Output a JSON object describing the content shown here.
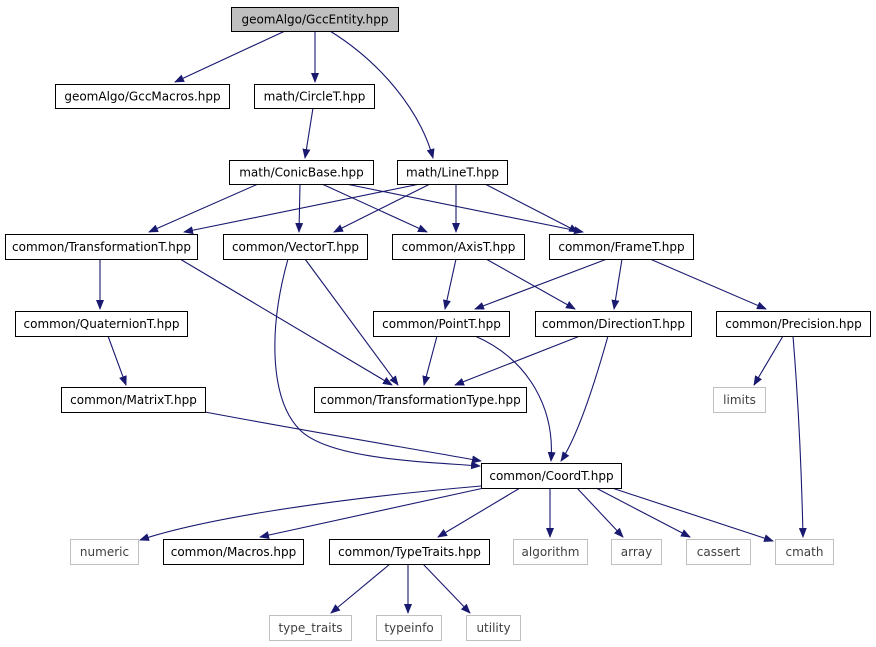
{
  "diagram": {
    "nodes": [
      {
        "id": "gcc_entity",
        "label": "geomAlgo/GccEntity.hpp",
        "kind": "root"
      },
      {
        "id": "gcc_macros",
        "label": "geomAlgo/GccMacros.hpp",
        "kind": "header"
      },
      {
        "id": "circle",
        "label": "math/CircleT.hpp",
        "kind": "header"
      },
      {
        "id": "conic",
        "label": "math/ConicBase.hpp",
        "kind": "header"
      },
      {
        "id": "line",
        "label": "math/LineT.hpp",
        "kind": "header"
      },
      {
        "id": "transformation",
        "label": "common/TransformationT.hpp",
        "kind": "header"
      },
      {
        "id": "vector",
        "label": "common/VectorT.hpp",
        "kind": "header"
      },
      {
        "id": "axis",
        "label": "common/AxisT.hpp",
        "kind": "header"
      },
      {
        "id": "frame",
        "label": "common/FrameT.hpp",
        "kind": "header"
      },
      {
        "id": "quaternion",
        "label": "common/QuaternionT.hpp",
        "kind": "header"
      },
      {
        "id": "point",
        "label": "common/PointT.hpp",
        "kind": "header"
      },
      {
        "id": "direction",
        "label": "common/DirectionT.hpp",
        "kind": "header"
      },
      {
        "id": "precision",
        "label": "common/Precision.hpp",
        "kind": "header"
      },
      {
        "id": "matrix",
        "label": "common/MatrixT.hpp",
        "kind": "header"
      },
      {
        "id": "trans_type",
        "label": "common/TransformationType.hpp",
        "kind": "header"
      },
      {
        "id": "limits",
        "label": "limits",
        "kind": "system"
      },
      {
        "id": "coord",
        "label": "common/CoordT.hpp",
        "kind": "header"
      },
      {
        "id": "numeric",
        "label": "numeric",
        "kind": "system"
      },
      {
        "id": "macros",
        "label": "common/Macros.hpp",
        "kind": "header"
      },
      {
        "id": "type_traits_h",
        "label": "common/TypeTraits.hpp",
        "kind": "header"
      },
      {
        "id": "algorithm",
        "label": "algorithm",
        "kind": "system"
      },
      {
        "id": "array",
        "label": "array",
        "kind": "system"
      },
      {
        "id": "cassert",
        "label": "cassert",
        "kind": "system"
      },
      {
        "id": "cmath",
        "label": "cmath",
        "kind": "system"
      },
      {
        "id": "type_traits",
        "label": "type_traits",
        "kind": "system"
      },
      {
        "id": "typeinfo",
        "label": "typeinfo",
        "kind": "system"
      },
      {
        "id": "utility",
        "label": "utility",
        "kind": "system"
      }
    ],
    "edges": [
      [
        "gcc_entity",
        "gcc_macros"
      ],
      [
        "gcc_entity",
        "circle"
      ],
      [
        "gcc_entity",
        "line"
      ],
      [
        "circle",
        "conic"
      ],
      [
        "conic",
        "transformation"
      ],
      [
        "conic",
        "vector"
      ],
      [
        "conic",
        "axis"
      ],
      [
        "conic",
        "frame"
      ],
      [
        "line",
        "transformation"
      ],
      [
        "line",
        "vector"
      ],
      [
        "line",
        "axis"
      ],
      [
        "line",
        "frame"
      ],
      [
        "transformation",
        "quaternion"
      ],
      [
        "transformation",
        "trans_type"
      ],
      [
        "vector",
        "trans_type"
      ],
      [
        "vector",
        "coord"
      ],
      [
        "axis",
        "point"
      ],
      [
        "axis",
        "direction"
      ],
      [
        "frame",
        "point"
      ],
      [
        "frame",
        "direction"
      ],
      [
        "frame",
        "precision"
      ],
      [
        "quaternion",
        "matrix"
      ],
      [
        "point",
        "trans_type"
      ],
      [
        "point",
        "coord"
      ],
      [
        "direction",
        "trans_type"
      ],
      [
        "direction",
        "coord"
      ],
      [
        "precision",
        "limits"
      ],
      [
        "precision",
        "cmath"
      ],
      [
        "matrix",
        "coord"
      ],
      [
        "coord",
        "numeric"
      ],
      [
        "coord",
        "macros"
      ],
      [
        "coord",
        "type_traits_h"
      ],
      [
        "coord",
        "algorithm"
      ],
      [
        "coord",
        "array"
      ],
      [
        "coord",
        "cassert"
      ],
      [
        "coord",
        "cmath"
      ],
      [
        "type_traits_h",
        "type_traits"
      ],
      [
        "type_traits_h",
        "typeinfo"
      ],
      [
        "type_traits_h",
        "utility"
      ]
    ],
    "colors": {
      "edge": "#191970",
      "root_fill": "#bfbfbf",
      "node_border": "#000000",
      "system_border": "#bfbfbf",
      "system_text": "#3f3f3f"
    }
  }
}
